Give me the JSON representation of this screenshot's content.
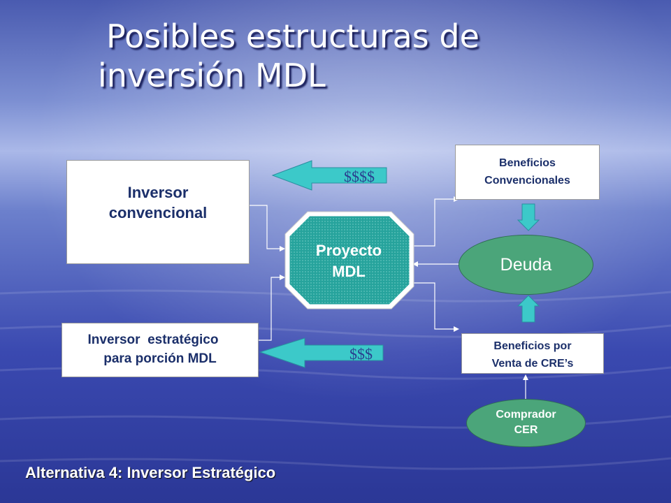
{
  "title": {
    "line1": "Posibles estructuras de",
    "line2": "inversión MDL"
  },
  "boxes": {
    "inversor_convencional": [
      "Inversor",
      "convencional"
    ],
    "inversor_estrategico": [
      "Inversor  estratégico",
      "para porción MDL"
    ],
    "beneficios_convencionales": [
      "Beneficios",
      "Convencionales"
    ],
    "beneficios_cre": [
      "Beneficios por",
      "Venta de CRE’s"
    ]
  },
  "proyecto": [
    "Proyecto",
    "MDL"
  ],
  "deuda": "Deuda",
  "comprador": [
    "Comprador",
    "CER"
  ],
  "arrows": {
    "top_label": "$$$$",
    "bottom_label": "$$$"
  },
  "footer": "Alternativa 4: Inversor Estratégico",
  "colors": {
    "teal": "#3cc9c9",
    "green": "#4ba57a",
    "octagon": "#26a39c",
    "text_blue": "#1b2f6a"
  }
}
